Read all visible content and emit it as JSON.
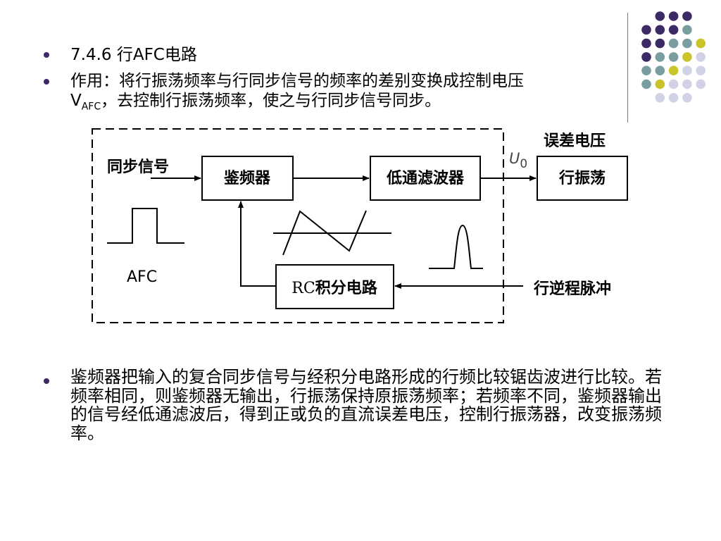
{
  "bullets": [
    {
      "id": "title",
      "text": "7.4.6  行AFC电路"
    },
    {
      "id": "function_line1",
      "text": " 作用：将行振荡频率与行同步信号的频率的差别变换成控制电压"
    },
    {
      "id": "function_line2_prefix",
      "text": "V"
    },
    {
      "id": "function_line2_sub",
      "text": "AFC"
    },
    {
      "id": "function_line2_rest",
      "text": "，去控制行振荡频率，使之与行同步信号同步。"
    }
  ],
  "diagram": {
    "sync_input": "同步信号",
    "freq_discriminator": "鉴频器",
    "lowpass_filter": "低通滤波器",
    "h_oscillator": "行振荡",
    "error_voltage": "误差电压",
    "u0_main": "U",
    "u0_sub": "0",
    "afc_label": "AFC",
    "rc_prefix": "RC",
    "rc_suffix": "积分电路",
    "retrace_pulse": "行逆程脉冲"
  },
  "paragraph": "鉴频器把输入的复合同步信号与经积分电路形成的行频比较锯齿波进行比较。若频率相同，则鉴频器无输出，行振荡保持原振荡频率；若频率不同，鉴频器输出的信号经低通滤波后，得到正或负的直流误差电压，控制行振荡器，改变振荡频率。",
  "colors": {
    "purple": "#3b2a66",
    "teal": "#7a9ea0",
    "olive": "#c9c42a",
    "lavender": "#d2d2e6"
  }
}
